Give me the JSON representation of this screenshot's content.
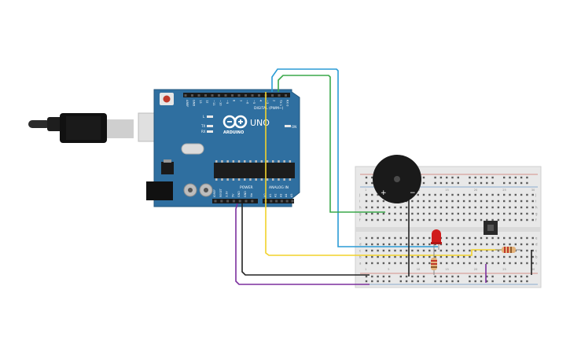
{
  "board": {
    "brand_name": "ARDUINO",
    "model": "UNO",
    "digital_label": "DIGITAL (PWM~)",
    "power_label": "POWER",
    "analog_label": "ANALOG IN",
    "on_label": "ON",
    "l_label": "L",
    "tx_label": "TX",
    "rx_label": "RX",
    "aref_label": "AREF",
    "gnd_label": "GND",
    "digital_pins": [
      "13",
      "12",
      "~11",
      "~10",
      "~9",
      "8",
      "7",
      "~6",
      "~5",
      "4",
      "~3",
      "2",
      "TX 1",
      "RX 0"
    ],
    "power_pins": [
      "IOREF",
      "RESET",
      "3.3V",
      "5V",
      "GND",
      "GND",
      "Vin"
    ],
    "analog_pins": [
      "A0",
      "A1",
      "A2",
      "A3",
      "A4",
      "A5"
    ]
  },
  "breadboard": {
    "col_numbers": [
      "1",
      "5",
      "10",
      "15",
      "20",
      "25",
      "30"
    ],
    "row_letters_top": [
      "j",
      "i",
      "h",
      "g",
      "f"
    ],
    "row_letters_bottom": [
      "e",
      "d",
      "c",
      "b",
      "a"
    ]
  },
  "buzzer": {
    "plus_label": "+",
    "minus_label": "−"
  },
  "colors": {
    "board": "#2f6fa0",
    "wire_blue": "#2a9bd6",
    "wire_green": "#3aa84a",
    "wire_yellow": "#f2d22a",
    "wire_black": "#222222",
    "wire_purple": "#7b2f9e",
    "led_red": "#d01b1b"
  }
}
